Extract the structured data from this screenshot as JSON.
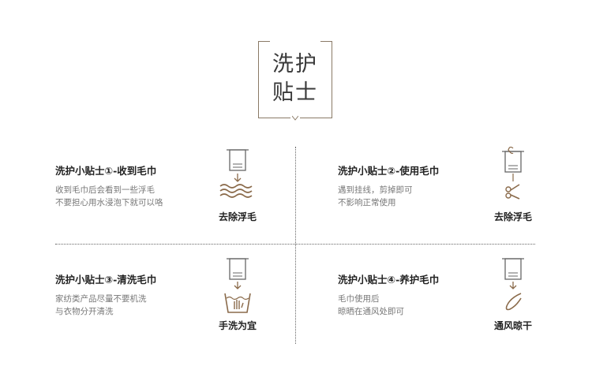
{
  "header": {
    "title_line1": "洗护",
    "title_line2": "贴士"
  },
  "tips": [
    {
      "title": "洗护小贴士①-收到毛巾",
      "desc_line1": "收到毛巾后会看到一些浮毛",
      "desc_line2": "不要担心用水浸泡下就可以咯",
      "icon_label": "去除浮毛"
    },
    {
      "title": "洗护小贴士②-使用毛巾",
      "desc_line1": "遇到挂线，剪掉即可",
      "desc_line2": "不影响正常使用",
      "icon_label": "去除浮毛"
    },
    {
      "title": "洗护小贴士③-清洗毛巾",
      "desc_line1": "家纺类产品尽量不要机洗",
      "desc_line2": "与衣物分开清洗",
      "icon_label": "手洗为宜"
    },
    {
      "title": "洗护小贴士④-养护毛巾",
      "desc_line1": "毛巾使用后",
      "desc_line2": "晾晒在通风处即可",
      "icon_label": "通风晾干"
    }
  ],
  "colors": {
    "accent": "#8a6a4a",
    "icon_line": "#666666"
  }
}
